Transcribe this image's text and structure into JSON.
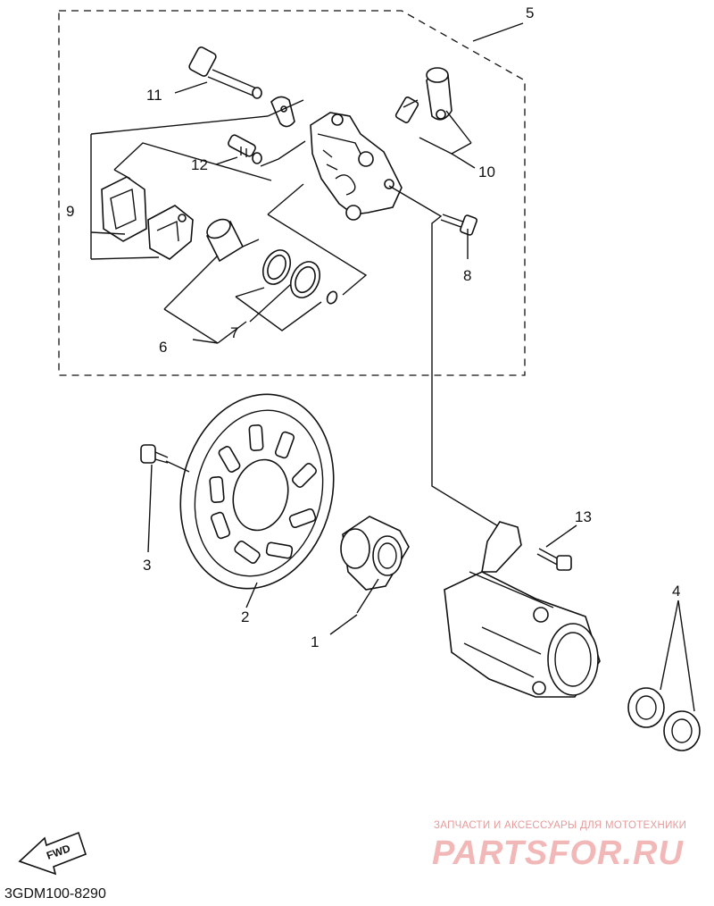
{
  "callouts": {
    "c1": "1",
    "c2": "2",
    "c3": "3",
    "c4": "4",
    "c5": "5",
    "c6": "6",
    "c7": "7",
    "c8": "8",
    "c9": "9",
    "c10": "10",
    "c11": "11",
    "c12": "12",
    "c13": "13"
  },
  "fwd_label": "FWD",
  "watermark": {
    "tagline": "ЗАПЧАСТИ И АКСЕССУАРЫ ДЛЯ МОТОТЕХНИКИ",
    "logo": "PARTSFOR.RU"
  },
  "diagram_code": "3GDM100-8290"
}
